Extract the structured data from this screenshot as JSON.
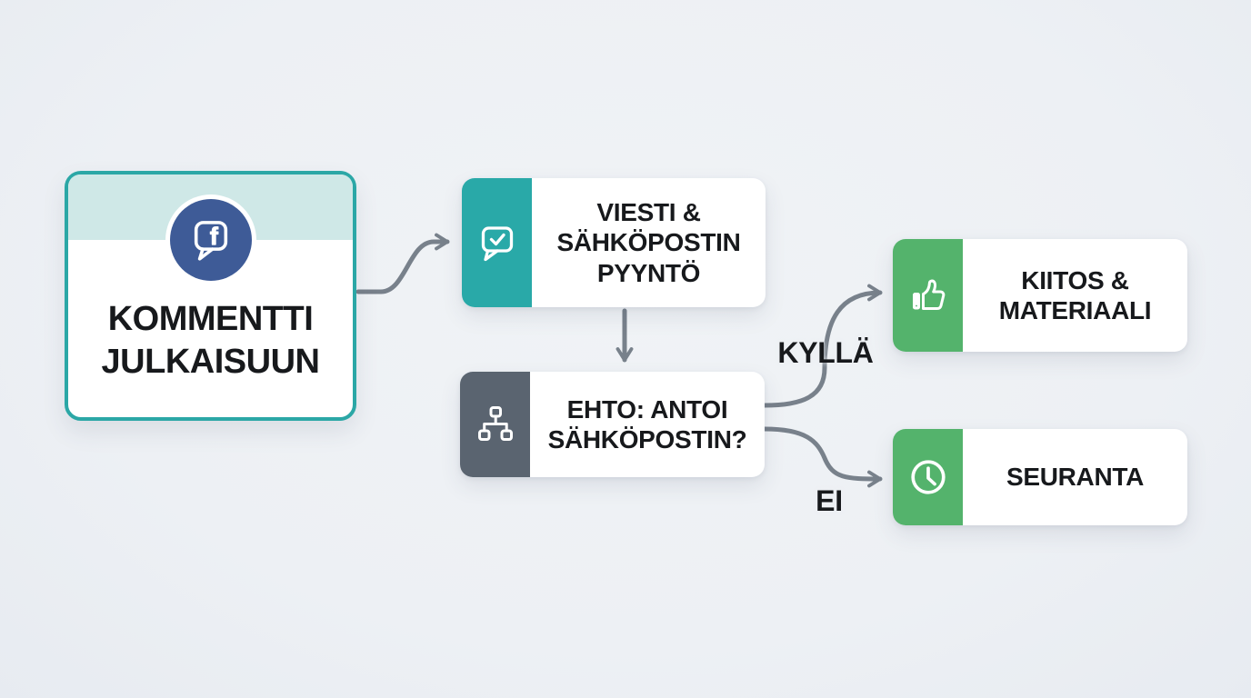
{
  "colors": {
    "background": "#edf0f4",
    "card_white": "#ffffff",
    "teal": "#29a9a8",
    "teal_light": "#cfe8e7",
    "teal_border": "#2ba7a6",
    "slate": "#5a6470",
    "green": "#54b36c",
    "facebook_blue": "#3e5b97",
    "arrow": "#78818b",
    "text": "#17191c"
  },
  "diagram": {
    "type": "flowchart",
    "language": "fi",
    "nodes": {
      "trigger": {
        "label": "KOMMENTTI JULKAISUUN",
        "icon": "facebook-comment-icon"
      },
      "message": {
        "label": "VIESTI & SÄHKÖPOSTIN PYYNTÖ",
        "icon": "message-check-icon"
      },
      "condition": {
        "label": "EHTO: ANTOI SÄHKÖPOSTIN?",
        "icon": "sitemap-icon"
      },
      "outcome_yes": {
        "label": "KIITOS & MATERIAALI",
        "icon": "thumbs-up-icon"
      },
      "outcome_no": {
        "label": "SEURANTA",
        "icon": "clock-icon"
      }
    },
    "edges": [
      {
        "from": "trigger",
        "to": "message",
        "label": ""
      },
      {
        "from": "message",
        "to": "condition",
        "label": ""
      },
      {
        "from": "condition",
        "to": "outcome_yes",
        "label": "KYLLÄ"
      },
      {
        "from": "condition",
        "to": "outcome_no",
        "label": "EI"
      }
    ]
  }
}
